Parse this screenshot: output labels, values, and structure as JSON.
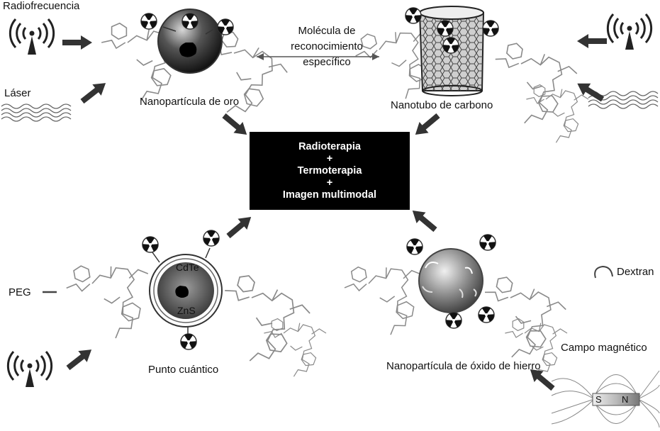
{
  "labels": {
    "radiofrecuencia": "Radiofrecuencia",
    "laser": "Láser",
    "nanoparticula_oro": "Nanopartícula de oro",
    "molecula_line1": "Molécula de",
    "molecula_line2": "reconocimiento",
    "molecula_line3": "específico",
    "nanotubo": "Nanotubo de carbono",
    "peg": "PEG",
    "cdte": "CdTe",
    "zns": "ZnS",
    "punto_cuantico": "Punto cuántico",
    "dextran": "Dextran",
    "campo_magnetico": "Campo magnético",
    "oxido_hierro": "Nanopartícula de óxido de hierro",
    "magnet_s": "S",
    "magnet_n": "N"
  },
  "center": {
    "line1": "Radioterapia",
    "line2": "+",
    "line3": "Termoterapia",
    "line4": "+",
    "line5": "Imagen multimodal"
  },
  "icons": [
    "radio-antenna-icon",
    "laser-wave-icon",
    "radiation-trefoil-icon",
    "arrow-icon",
    "bar-magnet-icon"
  ],
  "colors": {
    "box": "#000000",
    "box_text": "#ffffff",
    "arrow": "#333333"
  }
}
